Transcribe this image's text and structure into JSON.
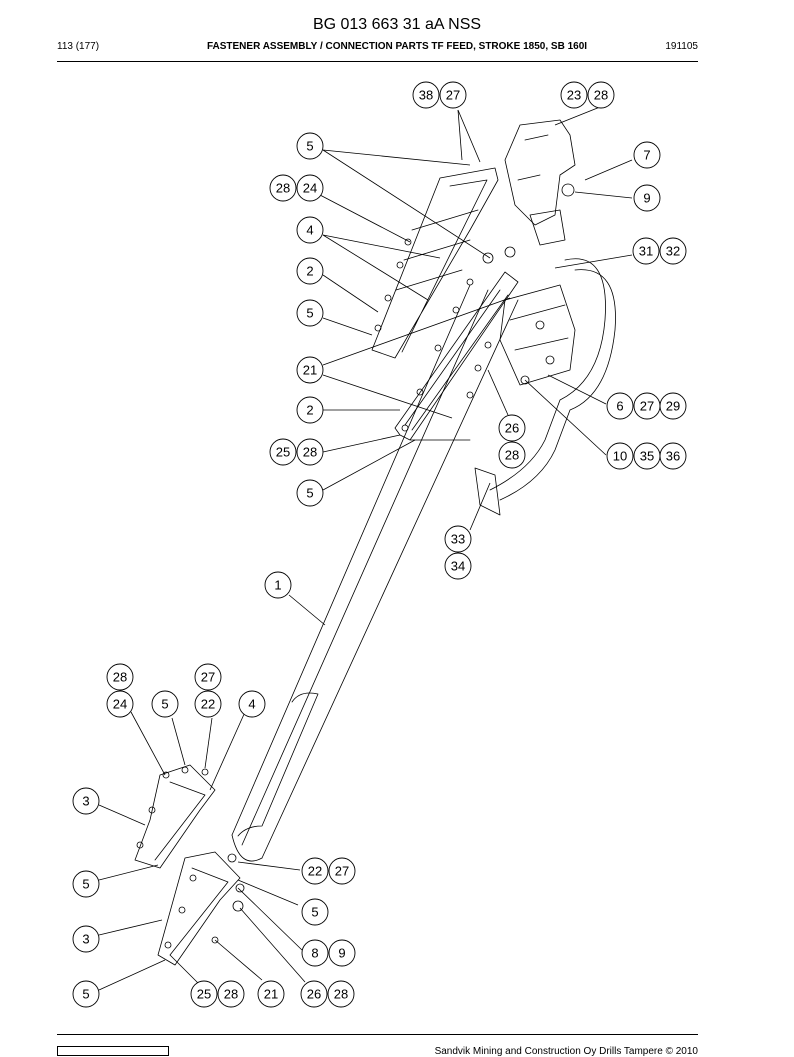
{
  "header": {
    "doc_id": "BG 013 663 31 aA NSS",
    "page": "113 (177)",
    "title": "FASTENER ASSEMBLY / CONNECTION PARTS TF FEED, STROKE 1850, SB 160I",
    "date": "191105"
  },
  "footer": {
    "copyright": "Sandvik Mining and Construction Oy Drills Tampere © 2010"
  },
  "callouts": [
    {
      "label": "38"
    },
    {
      "label": "27"
    },
    {
      "label": "23"
    },
    {
      "label": "28"
    },
    {
      "label": "5"
    },
    {
      "label": "7"
    },
    {
      "label": "28"
    },
    {
      "label": "24"
    },
    {
      "label": "9"
    },
    {
      "label": "4"
    },
    {
      "label": "31"
    },
    {
      "label": "32"
    },
    {
      "label": "2"
    },
    {
      "label": "5"
    },
    {
      "label": "21"
    },
    {
      "label": "6"
    },
    {
      "label": "27"
    },
    {
      "label": "29"
    },
    {
      "label": "2"
    },
    {
      "label": "26"
    },
    {
      "label": "28"
    },
    {
      "label": "25"
    },
    {
      "label": "28"
    },
    {
      "label": "10"
    },
    {
      "label": "35"
    },
    {
      "label": "36"
    },
    {
      "label": "5"
    },
    {
      "label": "33"
    },
    {
      "label": "34"
    },
    {
      "label": "1"
    },
    {
      "label": "28"
    },
    {
      "label": "27"
    },
    {
      "label": "24"
    },
    {
      "label": "5"
    },
    {
      "label": "22"
    },
    {
      "label": "4"
    },
    {
      "label": "3"
    },
    {
      "label": "22"
    },
    {
      "label": "27"
    },
    {
      "label": "5"
    },
    {
      "label": "5"
    },
    {
      "label": "3"
    },
    {
      "label": "8"
    },
    {
      "label": "9"
    },
    {
      "label": "5"
    },
    {
      "label": "25"
    },
    {
      "label": "28"
    },
    {
      "label": "21"
    },
    {
      "label": "26"
    },
    {
      "label": "28"
    }
  ]
}
